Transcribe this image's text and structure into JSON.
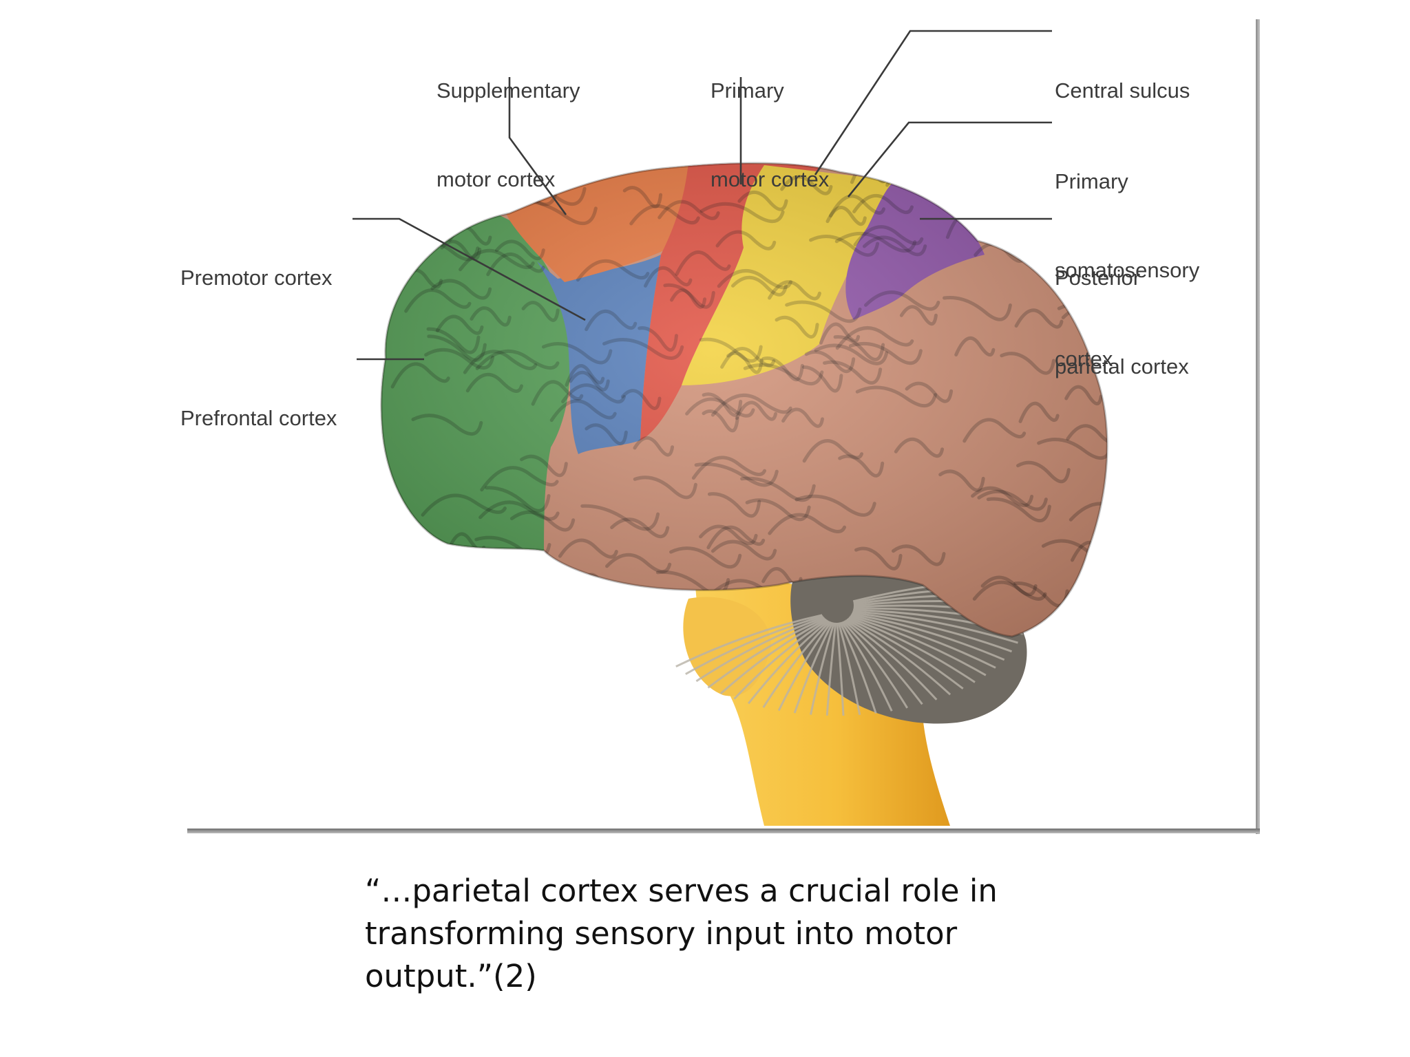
{
  "labels": {
    "supplementary_motor_cortex": [
      "Supplementary",
      "motor cortex"
    ],
    "primary_motor_cortex": [
      "Primary",
      "motor cortex"
    ],
    "central_sulcus": "Central sulcus",
    "primary_somatosensory_cortex": [
      "Primary",
      "somatosensory",
      "cortex"
    ],
    "posterior_parietal_cortex": [
      "Posterior",
      "parietal cortex"
    ],
    "premotor_cortex": "Premotor cortex",
    "prefrontal_cortex": "Prefrontal cortex"
  },
  "caption": {
    "lines": [
      "“…parietal cortex serves a crucial role in",
      "transforming sensory input into motor",
      "output.”(2)"
    ]
  },
  "colors": {
    "prefrontal": "#4d9a4e",
    "premotor": "#4f79b8",
    "supplementary_motor": "#e8743a",
    "primary_motor": "#e04b3b",
    "somatosensory": "#f2cf35",
    "posterior_parietal": "#8c4fa6",
    "remaining_cortex": "#cf8d72",
    "cerebellum": "#6f6a62",
    "brainstem": "#f6bf3c"
  }
}
